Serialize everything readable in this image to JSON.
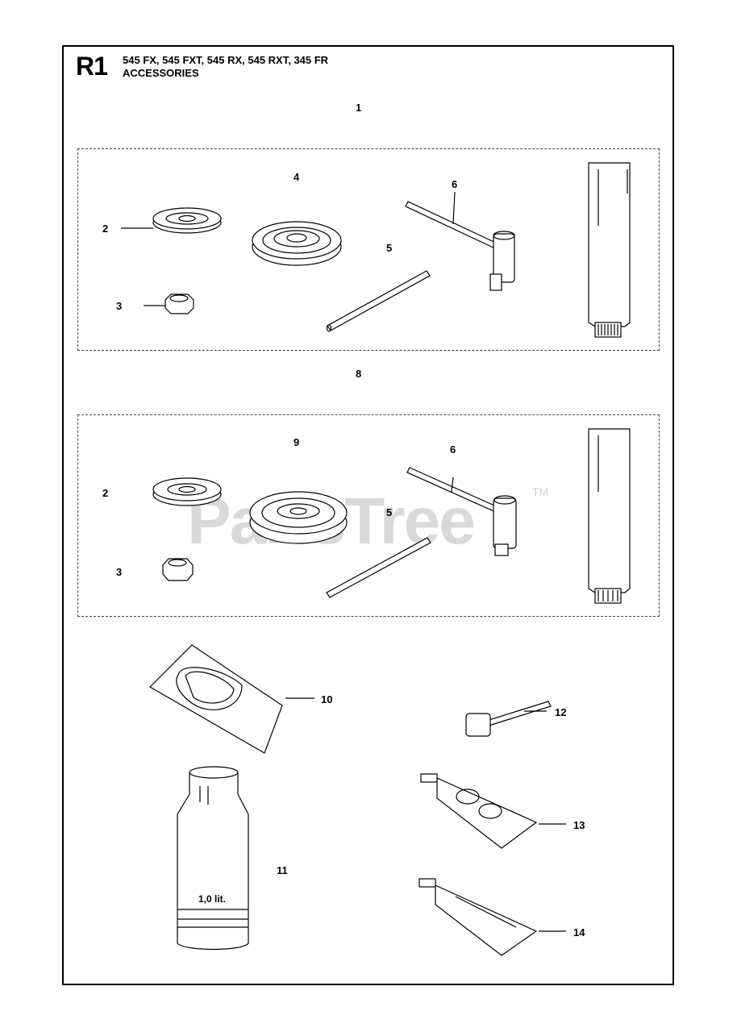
{
  "header": {
    "code": "R1",
    "models": "545 FX, 545 FXT, 545 RX, 545 RXT, 345 FR",
    "title": "ACCESSORIES"
  },
  "watermark": {
    "text": "PartsTree",
    "tm": "TM"
  },
  "bottle_label": "1,0 lit.",
  "callouts": {
    "n1": "1",
    "n4": "4",
    "n2a": "2",
    "n6a": "6",
    "n5a": "5",
    "n3a": "3",
    "n8": "8",
    "n9": "9",
    "n2b": "2",
    "n6b": "6",
    "n5b": "5",
    "n3b": "3",
    "n10": "10",
    "n12": "12",
    "n11": "11",
    "n13": "13",
    "n14": "14"
  }
}
